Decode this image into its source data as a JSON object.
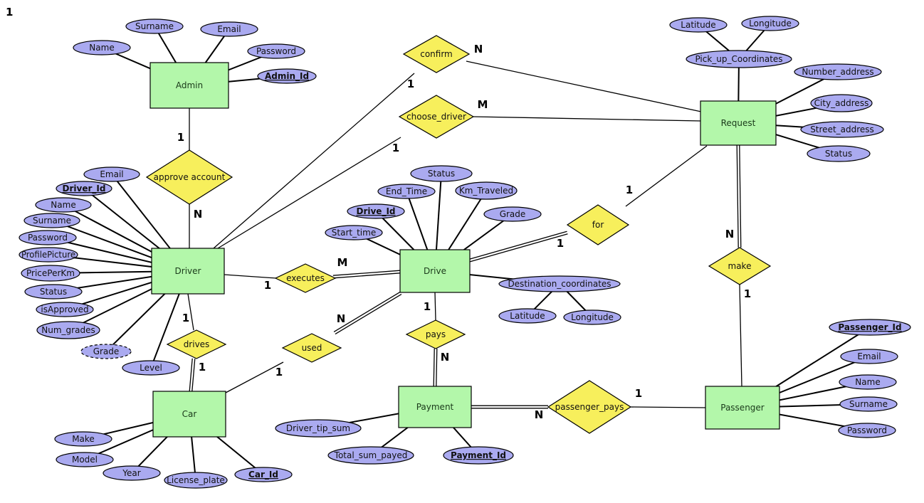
{
  "title": "Ride-hailing ER Diagram",
  "corner_label": "1",
  "colors": {
    "entity": "#b3f7aa",
    "relationship": "#f7ef5c",
    "attribute": "#aaaaf0",
    "line": "#000000"
  },
  "entities": [
    {
      "id": "admin",
      "label": "Admin"
    },
    {
      "id": "driver",
      "label": "Driver"
    },
    {
      "id": "car",
      "label": "Car"
    },
    {
      "id": "drive",
      "label": "Drive"
    },
    {
      "id": "payment",
      "label": "Payment"
    },
    {
      "id": "request",
      "label": "Request"
    },
    {
      "id": "passenger",
      "label": "Passenger"
    }
  ],
  "relationships": [
    {
      "id": "approve",
      "label": "approve account"
    },
    {
      "id": "confirm",
      "label": "confirm"
    },
    {
      "id": "choose",
      "label": "choose_driver"
    },
    {
      "id": "executes",
      "label": "executes"
    },
    {
      "id": "drives",
      "label": "drives"
    },
    {
      "id": "used",
      "label": "used"
    },
    {
      "id": "pays",
      "label": "pays"
    },
    {
      "id": "for",
      "label": "for"
    },
    {
      "id": "make",
      "label": "make"
    },
    {
      "id": "ppays",
      "label": "passenger_pays"
    }
  ],
  "attributes": [
    {
      "id": "a_name",
      "owner": "admin",
      "label": "Name"
    },
    {
      "id": "a_surname",
      "owner": "admin",
      "label": "Surname"
    },
    {
      "id": "a_email",
      "owner": "admin",
      "label": "Email"
    },
    {
      "id": "a_password",
      "owner": "admin",
      "label": "Password"
    },
    {
      "id": "a_id",
      "owner": "admin",
      "label": "Admin_Id",
      "key": true
    },
    {
      "id": "d_email",
      "owner": "driver",
      "label": "Email"
    },
    {
      "id": "d_id",
      "owner": "driver",
      "label": "Driver_Id",
      "key": true
    },
    {
      "id": "d_name",
      "owner": "driver",
      "label": "Name"
    },
    {
      "id": "d_surname",
      "owner": "driver",
      "label": "Surname"
    },
    {
      "id": "d_password",
      "owner": "driver",
      "label": "Password"
    },
    {
      "id": "d_pic",
      "owner": "driver",
      "label": "ProfilePicture"
    },
    {
      "id": "d_price",
      "owner": "driver",
      "label": "PricePerKm"
    },
    {
      "id": "d_status",
      "owner": "driver",
      "label": "Status"
    },
    {
      "id": "d_approved",
      "owner": "driver",
      "label": "isApproved"
    },
    {
      "id": "d_numgrades",
      "owner": "driver",
      "label": "Num_grades"
    },
    {
      "id": "d_grade",
      "owner": "driver",
      "label": "Grade",
      "derived": true
    },
    {
      "id": "d_level",
      "owner": "driver",
      "label": "Level"
    },
    {
      "id": "c_make",
      "owner": "car",
      "label": "Make"
    },
    {
      "id": "c_model",
      "owner": "car",
      "label": "Model"
    },
    {
      "id": "c_year",
      "owner": "car",
      "label": "Year"
    },
    {
      "id": "c_plate",
      "owner": "car",
      "label": "License_plate"
    },
    {
      "id": "c_id",
      "owner": "car",
      "label": "Car_Id",
      "key": true
    },
    {
      "id": "dr_status",
      "owner": "drive",
      "label": "Status"
    },
    {
      "id": "dr_end",
      "owner": "drive",
      "label": "End_Time"
    },
    {
      "id": "dr_km",
      "owner": "drive",
      "label": "Km_Traveled"
    },
    {
      "id": "dr_id",
      "owner": "drive",
      "label": "Drive_Id",
      "key": true
    },
    {
      "id": "dr_grade",
      "owner": "drive",
      "label": "Grade"
    },
    {
      "id": "dr_start",
      "owner": "drive",
      "label": "Start_time"
    },
    {
      "id": "dr_dest",
      "owner": "drive",
      "label": "Destination_coordinates"
    },
    {
      "id": "dr_lat",
      "owner": "dr_dest",
      "label": "Latitude"
    },
    {
      "id": "dr_lon",
      "owner": "dr_dest",
      "label": "Longitude"
    },
    {
      "id": "p_tip",
      "owner": "payment",
      "label": "Driver_tip_sum"
    },
    {
      "id": "p_total",
      "owner": "payment",
      "label": "Total_sum_payed"
    },
    {
      "id": "p_id",
      "owner": "payment",
      "label": "Payment_Id",
      "key": true
    },
    {
      "id": "r_lat",
      "owner": "r_pick",
      "label": "Latitude"
    },
    {
      "id": "r_lon",
      "owner": "r_pick",
      "label": "Longitude"
    },
    {
      "id": "r_pick",
      "owner": "request",
      "label": "Pick_up_Coordinates"
    },
    {
      "id": "r_num",
      "owner": "request",
      "label": "Number_address"
    },
    {
      "id": "r_city",
      "owner": "request",
      "label": "City_address"
    },
    {
      "id": "r_street",
      "owner": "request",
      "label": "Street_address"
    },
    {
      "id": "r_status",
      "owner": "request",
      "label": "Status"
    },
    {
      "id": "ps_id",
      "owner": "passenger",
      "label": "Passenger_Id",
      "key": true
    },
    {
      "id": "ps_email",
      "owner": "passenger",
      "label": "Email"
    },
    {
      "id": "ps_name",
      "owner": "passenger",
      "label": "Name"
    },
    {
      "id": "ps_surname",
      "owner": "passenger",
      "label": "Surname"
    },
    {
      "id": "ps_password",
      "owner": "passenger",
      "label": "Password"
    }
  ],
  "connections": [
    {
      "from": "admin",
      "to": "approve",
      "card": "1",
      "double": false
    },
    {
      "from": "driver",
      "to": "approve",
      "card": "N",
      "double": false
    },
    {
      "from": "driver",
      "to": "confirm",
      "card": "1",
      "double": false
    },
    {
      "from": "request",
      "to": "confirm",
      "card": "N",
      "double": false
    },
    {
      "from": "driver",
      "to": "choose",
      "card": "1",
      "double": false
    },
    {
      "from": "request",
      "to": "choose",
      "card": "M",
      "double": false
    },
    {
      "from": "driver",
      "to": "executes",
      "card": "1",
      "double": false
    },
    {
      "from": "drive",
      "to": "executes",
      "card": "M",
      "double": true
    },
    {
      "from": "driver",
      "to": "drives",
      "card": "1",
      "double": false
    },
    {
      "from": "car",
      "to": "drives",
      "card": "1",
      "double": true
    },
    {
      "from": "car",
      "to": "used",
      "card": "1",
      "double": false
    },
    {
      "from": "drive",
      "to": "used",
      "card": "N",
      "double": true
    },
    {
      "from": "drive",
      "to": "pays",
      "card": "1",
      "double": false
    },
    {
      "from": "payment",
      "to": "pays",
      "card": "N",
      "double": true
    },
    {
      "from": "drive",
      "to": "for",
      "card": "1",
      "double": true
    },
    {
      "from": "request",
      "to": "for",
      "card": "1",
      "double": false
    },
    {
      "from": "request",
      "to": "make",
      "card": "N",
      "double": true
    },
    {
      "from": "passenger",
      "to": "make",
      "card": "1",
      "double": false
    },
    {
      "from": "payment",
      "to": "ppays",
      "card": "N",
      "double": true
    },
    {
      "from": "passenger",
      "to": "ppays",
      "card": "1",
      "double": false
    }
  ]
}
